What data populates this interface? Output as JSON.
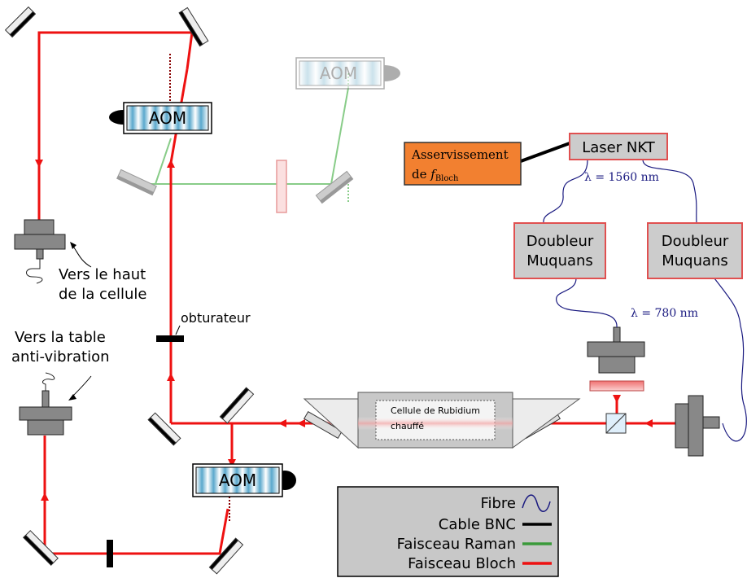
{
  "colors": {
    "bloch": "#ee1111",
    "raman": "#88cc88",
    "raman_legend": "#3a9a3a",
    "fiber": "#1a1a80",
    "bnc": "#000000",
    "laser_box_fill": "#cccccc",
    "laser_box_border": "#e05050",
    "servo_fill": "#f28030",
    "legend_fill": "#c8c8c8",
    "mirror_fill": "#eeeeee"
  },
  "labels": {
    "aom_1": "AOM",
    "aom_2": "AOM",
    "aom_3": "AOM",
    "laser": "Laser NKT",
    "servo_line1": "Asservissement",
    "servo_line2_prefix": "de ",
    "servo_line2_f": "f",
    "servo_line2_sub": "Bloch",
    "doubler_left_line1": "Doubleur",
    "doubler_left_line2": "Muquans",
    "doubler_right_line1": "Doubleur",
    "doubler_right_line2": "Muquans",
    "lambda_1560": "λ = 1560 nm",
    "lambda_780": "λ = 780 nm",
    "vers_haut_line1": "Vers le haut",
    "vers_haut_line2": "de la cellule",
    "vers_table_line1": "Vers la table",
    "vers_table_line2": "anti-vibration",
    "obturateur": "obturateur",
    "cell_line1": "Cellule de Rubidium",
    "cell_line2": "chauffé"
  },
  "legend": {
    "items": [
      {
        "label": "Fibre",
        "icon": "fiber-wave-icon"
      },
      {
        "label": "Cable BNC",
        "icon": "bnc-line-icon"
      },
      {
        "label": "Faisceau Raman",
        "icon": "raman-line-icon"
      },
      {
        "label": "Faisceau Bloch",
        "icon": "bloch-line-icon"
      }
    ]
  }
}
